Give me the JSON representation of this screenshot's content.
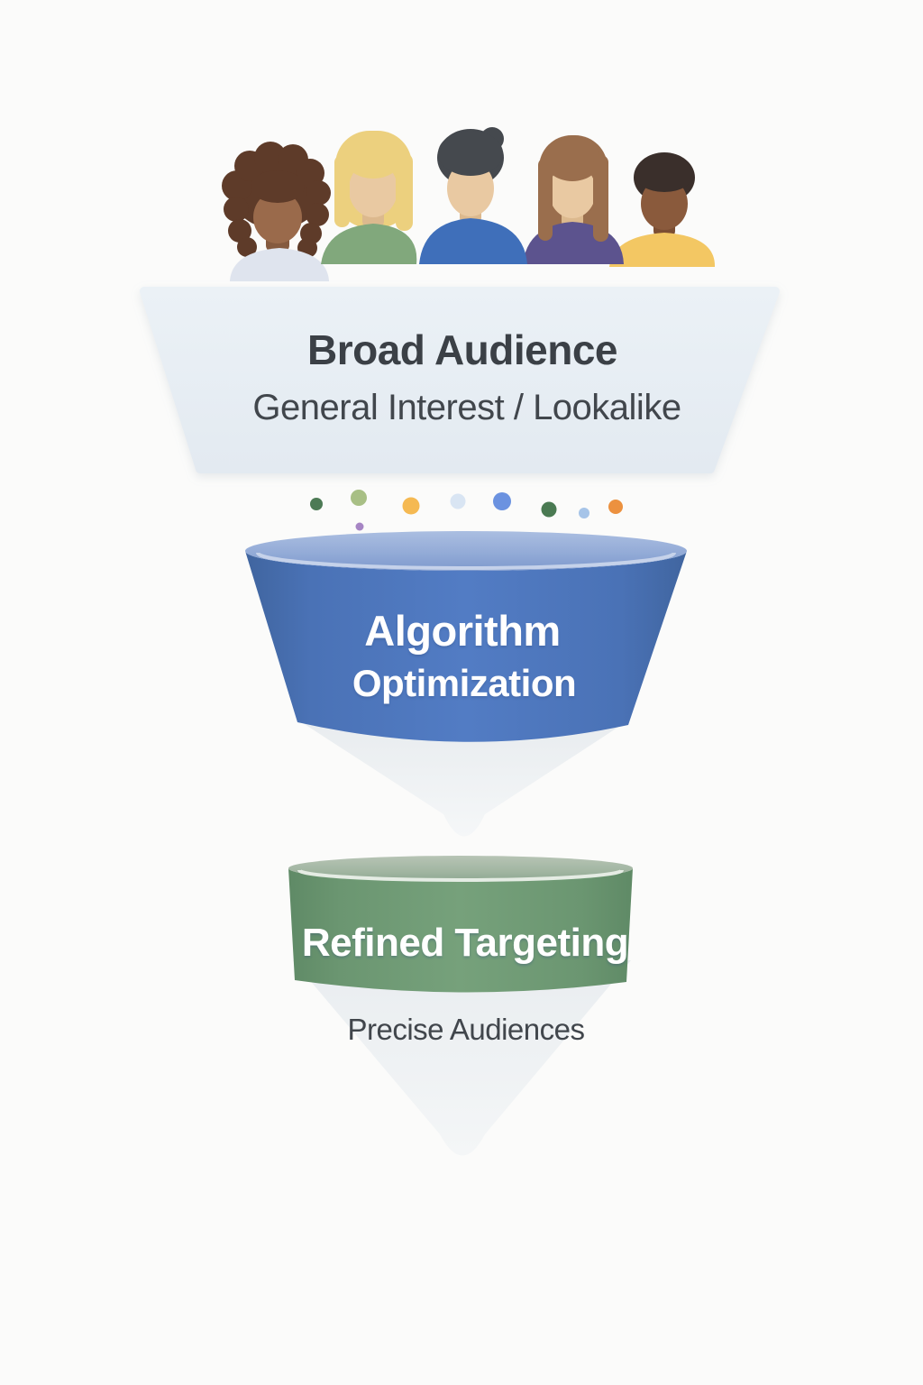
{
  "background": "#fbfbfa",
  "diagram": {
    "type": "funnel",
    "stages": [
      {
        "name": "broad-audience",
        "title": "Broad Audience",
        "subtitle": "General Interest / Lookalike",
        "fill": "#e8eef4",
        "text_color": "#3b4046"
      },
      {
        "name": "algorithm-optimization",
        "title_line1": "Algorithm",
        "title_line2": "Optimization",
        "fill": "#4a73b8",
        "text_color": "#ffffff"
      },
      {
        "name": "refined-targeting",
        "title": "Refined Targeting",
        "subtitle": "Precise Audiences",
        "fill": "#6b9671",
        "text_color": "#ffffff",
        "subtitle_color": "#43484d"
      }
    ]
  },
  "avatars": [
    {
      "name": "person-curly-dark-hair",
      "hair": "#5e3b29",
      "skin": "#9a6a4b",
      "neck": "#855a3f",
      "shirt": "#dfe4ee"
    },
    {
      "name": "person-blonde-hair",
      "hair": "#ecd07e",
      "skin": "#e9c9a2",
      "neck": "#dcb98e",
      "shirt": "#81a87c"
    },
    {
      "name": "person-short-afro-hair",
      "hair": "#3a2f2b",
      "skin": "#8a5a3c",
      "neck": "#7c4e33",
      "shirt": "#f3c763"
    },
    {
      "name": "person-long-brown-hair",
      "hair": "#9a6e4d",
      "skin": "#e9c9a2",
      "neck": "#dcb98e",
      "shirt": "#5c538e"
    },
    {
      "name": "person-dark-gray-hair",
      "hair": "#45494e",
      "skin": "#e9c9a2",
      "neck": "#dcb98e",
      "shirt": "#3f6fba"
    }
  ],
  "dots": [
    {
      "color": "#4d7a55"
    },
    {
      "color": "#a8bf85"
    },
    {
      "color": "#a685c4"
    },
    {
      "color": "#f5b952"
    },
    {
      "color": "#d9e5f3"
    },
    {
      "color": "#6b92e0"
    },
    {
      "color": "#4a7a52"
    },
    {
      "color": "#a6c4e8"
    },
    {
      "color": "#ec913f"
    }
  ]
}
